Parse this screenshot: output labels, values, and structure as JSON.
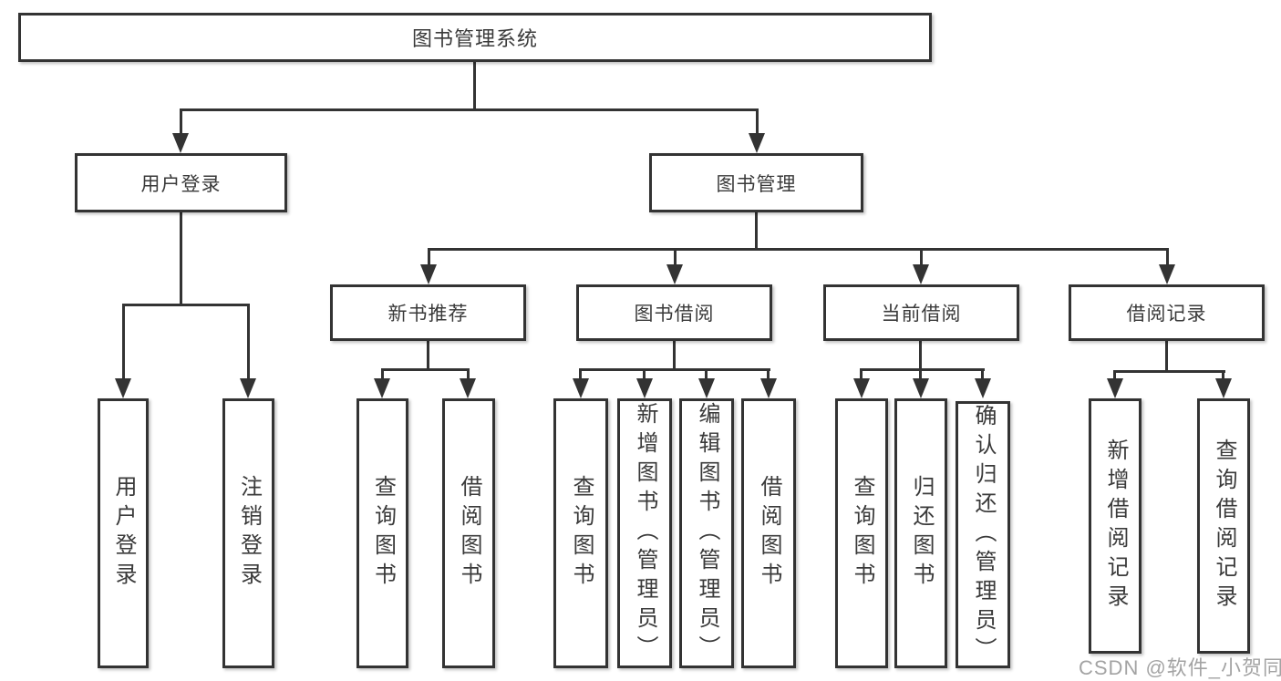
{
  "diagram": {
    "type": "tree",
    "root": {
      "label": "图书管理系统",
      "children": [
        {
          "label": "用户登录",
          "children": [
            {
              "label": "用户登录"
            },
            {
              "label": "注销登录"
            }
          ]
        },
        {
          "label": "图书管理",
          "children": [
            {
              "label": "新书推荐",
              "children": [
                {
                  "label": "查询图书"
                },
                {
                  "label": "借阅图书"
                }
              ]
            },
            {
              "label": "图书借阅",
              "children": [
                {
                  "label": "查询图书"
                },
                {
                  "label": "新增图书（管理员）"
                },
                {
                  "label": "编辑图书（管理员）"
                },
                {
                  "label": "借阅图书"
                }
              ]
            },
            {
              "label": "当前借阅",
              "children": [
                {
                  "label": "查询图书"
                },
                {
                  "label": "归还图书"
                },
                {
                  "label": "确认归还（管理员）"
                }
              ]
            },
            {
              "label": "借阅记录",
              "children": [
                {
                  "label": "新增借阅记录"
                },
                {
                  "label": "查询借阅记录"
                }
              ]
            }
          ]
        }
      ]
    },
    "colors": {
      "line": "#333333",
      "text": "#3a3a3a",
      "box_background": "#ffffff",
      "page_background": "#ffffff"
    }
  },
  "watermark": {
    "text": "CSDN @软件_小贺同学",
    "color": "#9e9e9e"
  }
}
